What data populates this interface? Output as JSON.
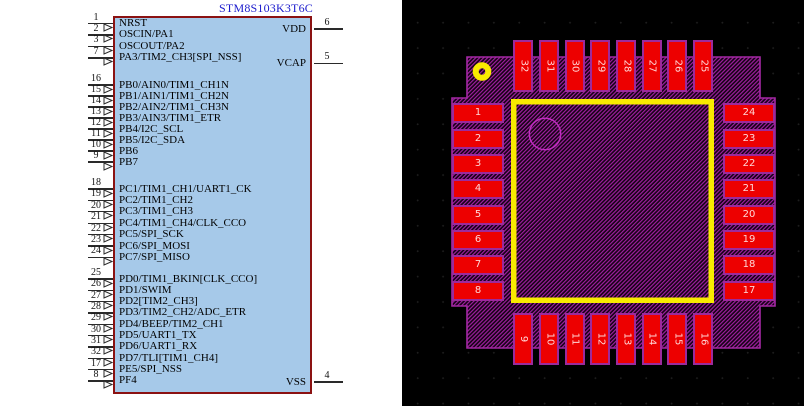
{
  "schematic": {
    "title": "STM8S103K3T6C",
    "pin_groups": [
      [
        {
          "num": "1",
          "label": "NRST"
        },
        {
          "num": "2",
          "label": "OSCIN/PA1"
        },
        {
          "num": "3",
          "label": "OSCOUT/PA2"
        },
        {
          "num": "7",
          "label": "PA3/TIM2_CH3[SPI_NSS]"
        }
      ],
      [
        {
          "num": "16",
          "label": "PB0/AIN0/TIM1_CH1N"
        },
        {
          "num": "15",
          "label": "PB1/AIN1/TIM1_CH2N"
        },
        {
          "num": "14",
          "label": "PB2/AIN2/TIM1_CH3N"
        },
        {
          "num": "13",
          "label": "PB3/AIN3/TIM1_ETR"
        },
        {
          "num": "12",
          "label": "PB4/I2C_SCL"
        },
        {
          "num": "11",
          "label": "PB5/I2C_SDA"
        },
        {
          "num": "10",
          "label": "PB6"
        },
        {
          "num": "9",
          "label": "PB7"
        }
      ],
      [
        {
          "num": "18",
          "label": "PC1/TIM1_CH1/UART1_CK"
        },
        {
          "num": "19",
          "label": "PC2/TIM1_CH2"
        },
        {
          "num": "20",
          "label": "PC3/TIM1_CH3"
        },
        {
          "num": "21",
          "label": "PC4/TIM1_CH4/CLK_CCO"
        },
        {
          "num": "22",
          "label": "PC5/SPI_SCK"
        },
        {
          "num": "23",
          "label": "PC6/SPI_MOSI"
        },
        {
          "num": "24",
          "label": "PC7/SPI_MISO"
        }
      ],
      [
        {
          "num": "25",
          "label": "PD0/TIM1_BKIN[CLK_CCO]"
        },
        {
          "num": "26",
          "label": "PD1/SWIM"
        },
        {
          "num": "27",
          "label": "PD2[TIM2_CH3]"
        },
        {
          "num": "28",
          "label": "PD3/TIM2_CH2/ADC_ETR"
        },
        {
          "num": "29",
          "label": "PD4/BEEP/TIM2_CH1"
        },
        {
          "num": "30",
          "label": "PD5/UART1_TX"
        },
        {
          "num": "31",
          "label": "PD6/UART1_RX"
        },
        {
          "num": "32",
          "label": "PD7/TLI[TIM1_CH4]"
        },
        {
          "num": "17",
          "label": "PE5/SPI_NSS"
        },
        {
          "num": "8",
          "label": "PF4"
        }
      ]
    ],
    "right_pins": [
      {
        "num": "6",
        "label": "VDD"
      },
      {
        "num": "5",
        "label": "VCAP"
      },
      {
        "num": "4",
        "label": "VSS"
      }
    ]
  },
  "footprint": {
    "top_pads": [
      "32",
      "31",
      "30",
      "29",
      "28",
      "27",
      "26",
      "25"
    ],
    "right_pads": [
      "24",
      "23",
      "22",
      "21",
      "20",
      "19",
      "18",
      "17"
    ],
    "bottom_pads": [
      "9",
      "10",
      "11",
      "12",
      "13",
      "14",
      "15",
      "16"
    ],
    "left_pads": [
      "1",
      "2",
      "3",
      "4",
      "5",
      "6",
      "7",
      "8"
    ]
  },
  "colors": {
    "symbol_fill": "#a6c9e9",
    "symbol_border": "#8b1212",
    "title_blue": "#1a1acc",
    "pad_red": "#ed0000",
    "pad_border_purple": "#9c2a9c",
    "pad_text": "#ffd6d6",
    "hatch_magenta": "#a21fa2",
    "silkscreen_yellow": "#f8ea00",
    "board_background": "#000000"
  }
}
